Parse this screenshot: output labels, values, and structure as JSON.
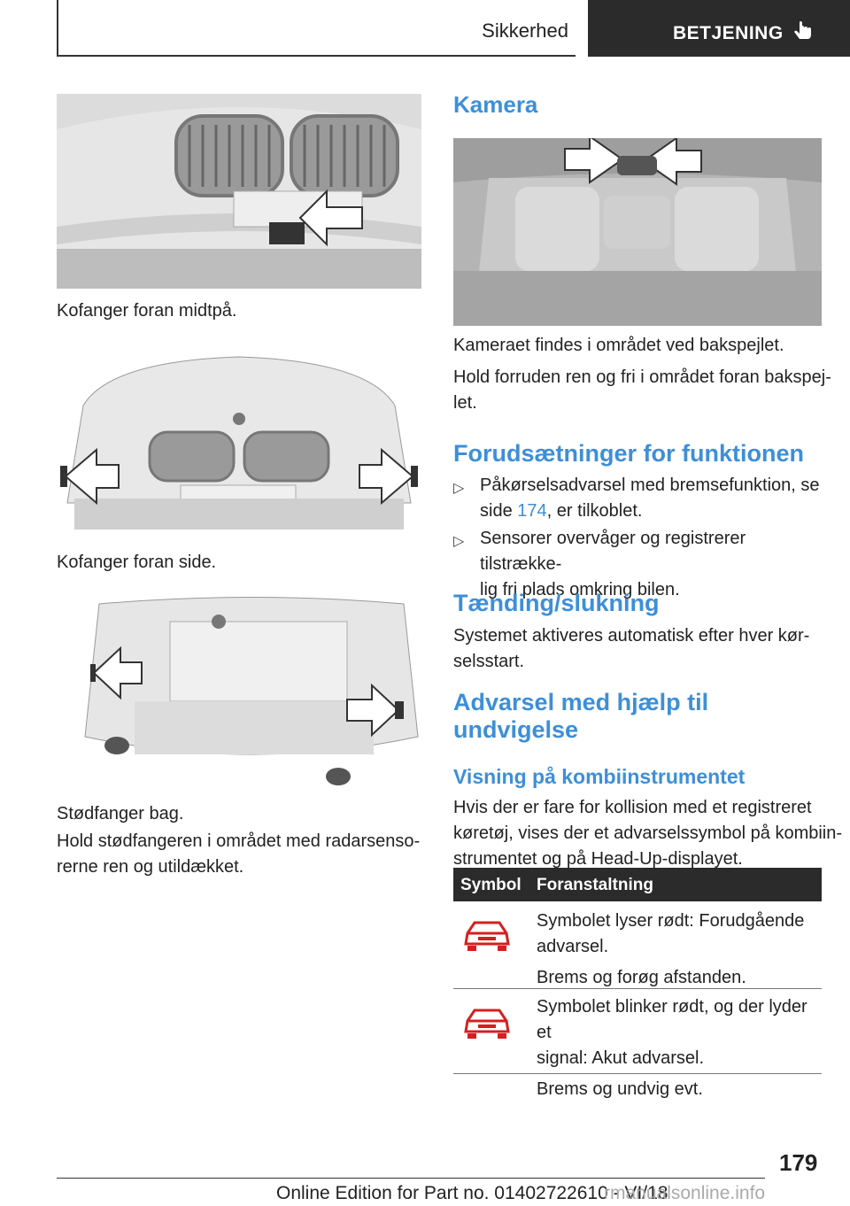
{
  "header": {
    "section": "Sikkerhed",
    "chapter": "BETJENING",
    "chapter_icon": "pointing-hand-icon"
  },
  "left_column": {
    "captions": [
      "Kofanger foran midtpå.",
      "Kofanger foran side.",
      "Stødfanger bag."
    ],
    "paragraph": "Hold stødfangeren i området med radarsenso­rerne ren og utildækket.",
    "paragraph_lines": [
      "Hold stødfangeren i området med radarsenso-",
      "rerne ren og utildækket."
    ]
  },
  "right_column": {
    "camera_heading": "Kamera",
    "camera_text_1": "Kameraet findes i området ved bakspejlet.",
    "camera_text_2_lines": [
      "Hold forruden ren og fri i området foran bakspej-",
      "let."
    ],
    "requirements_heading": "Forudsætninger for funktionen",
    "bullets": [
      {
        "lines_before": "Påkørselsadvarsel med bremsefunktion, se",
        "line2_prefix": "side ",
        "link": "174",
        "line2_suffix": ", er tilkoblet."
      },
      {
        "lines": [
          "Sensorer overvåger og registrerer tilstrække-",
          "lig fri plads omkring bilen."
        ]
      }
    ],
    "onoff_heading": "Tænding/slukning",
    "onoff_text_lines": [
      "Systemet aktiveres automatisk efter hver kør-",
      "selsstart."
    ],
    "warning_heading_lines": [
      "Advarsel med hjælp til",
      "undvigelse"
    ],
    "display_heading": "Visning på kombiinstrumentet",
    "display_text_lines": [
      "Hvis der er fare for kollision med et registreret",
      "køretøj, vises der et advarselssymbol på kombiin-",
      "strumentet og på Head-Up-displayet."
    ]
  },
  "table": {
    "headers": [
      "Symbol",
      "Foranstaltning"
    ],
    "rows": [
      {
        "icon": "car-warning-icon",
        "lines": [
          "Symbolet lyser rødt: Forudgående",
          "advarsel."
        ],
        "action": "Brems og forøg afstanden."
      },
      {
        "icon": "car-warning-icon",
        "lines": [
          "Symbolet blinker rødt, og der lyder et",
          "signal: Akut advarsel."
        ],
        "action": "Brems og undvig evt."
      }
    ],
    "icon_color": "#d42020"
  },
  "footer": {
    "page_number": "179",
    "edition": "Online Edition for Part no. 01402722610 - VI/18",
    "watermark": "rmanualsonline.info"
  }
}
